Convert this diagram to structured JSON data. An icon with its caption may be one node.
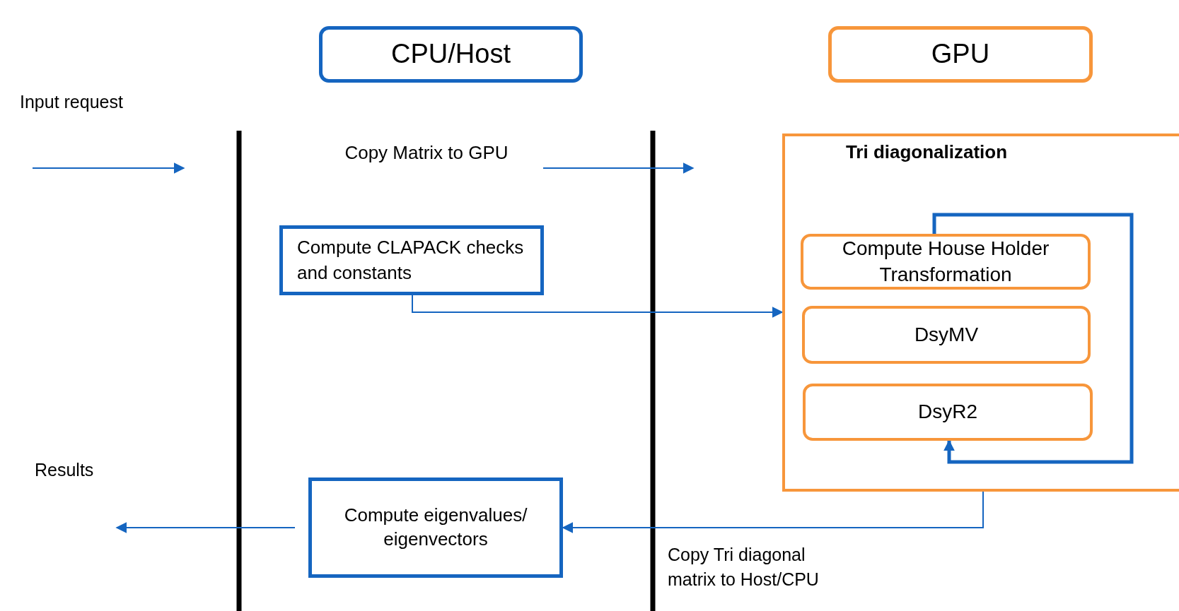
{
  "diagram": {
    "nodes": [
      {
        "text": [
          "CPU/Host"
        ]
      },
      {
        "text": [
          "GPU"
        ]
      },
      {
        "text": [
          "Input request"
        ]
      },
      {
        "text": [
          "Copy Matrix to GPU"
        ]
      },
      {
        "text": [
          "Compute CLAPACK checks and constants"
        ]
      },
      {
        "text": [
          "Tri diagonalization"
        ]
      },
      {
        "text": [
          "Compute House Holder Transformation"
        ],
        "in": 5
      },
      {
        "text": [
          "DsyMV"
        ],
        "in": 5
      },
      {
        "text": [
          "DsyR2"
        ],
        "in": 5
      },
      {
        "text": [
          "Compute eigenvalues/ eigenvectors"
        ]
      }
    ],
    "edges": [
      {
        "from": 2,
        "to": null,
        "arrow": "to"
      },
      {
        "from": 3,
        "to": null,
        "arrow": "to"
      },
      {
        "from": 4,
        "to": 5,
        "arrow": "to"
      },
      {
        "from": 6,
        "to": 8,
        "arrow": "to",
        "style": "thick"
      },
      {
        "from": 5,
        "to": 9,
        "arrow": "to",
        "label": "Copy Tri diagonal matrix to Host/CPU"
      },
      {
        "from": 9,
        "to": null,
        "arrow": "to"
      }
    ],
    "labels": [
      "Results"
    ]
  }
}
